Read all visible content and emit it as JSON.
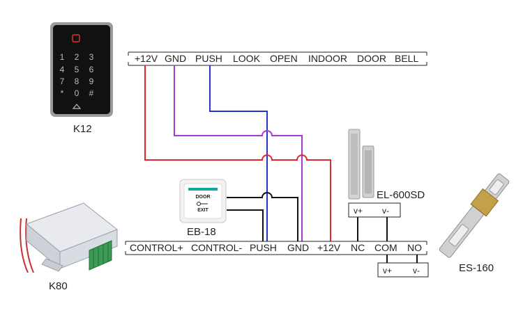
{
  "devices": {
    "keypad": "K12",
    "controller": "K80",
    "exit_button": "EB-18",
    "maglock": "EL-600SD",
    "strike": "ES-160"
  },
  "keypad_keys": [
    "1",
    "2",
    "3",
    "4",
    "5",
    "6",
    "7",
    "8",
    "9",
    "*",
    "0",
    "#"
  ],
  "exit_button_text": {
    "line1": "DOOR",
    "line2": "EXIT"
  },
  "top_terminals": [
    "+12V",
    "GND",
    "PUSH",
    "LOOK",
    "OPEN",
    "INDOOR",
    "DOOR",
    "BELL"
  ],
  "bottom_terminals": [
    "CONTROL+",
    "CONTROL-",
    "PUSH",
    "GND",
    "+12V",
    "NC",
    "COM",
    "NO"
  ],
  "maglock_terminals": [
    "v+",
    "v-"
  ],
  "strike_terminals": [
    "v+",
    "v-"
  ],
  "colors": {
    "red": "#e0272b",
    "purple": "#a43bd6",
    "blue": "#2436c8",
    "black": "#111111"
  }
}
